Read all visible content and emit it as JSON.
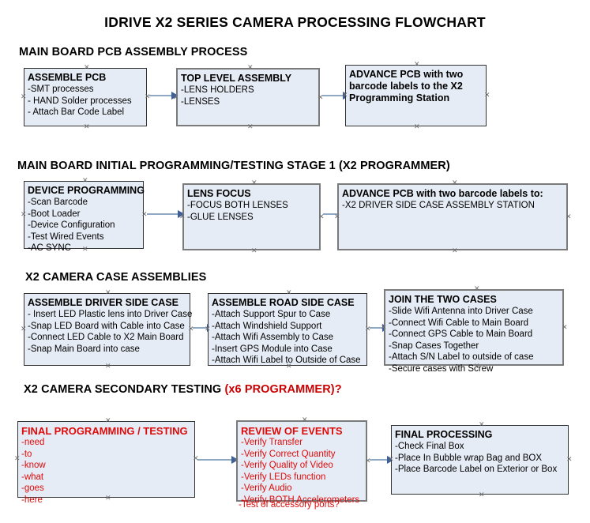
{
  "document": {
    "title": "IDRIVE X2  SERIES CAMERA PROCESSING FLOWCHART",
    "accent_red": "#dd0b0b",
    "box_fill": "#e6ecf5",
    "arrow_color": "#8fa8c4"
  },
  "sections": [
    {
      "id": "main-board-pcb-assembly",
      "heading": "MAIN BOARD PCB ASSEMBLY PROCESS",
      "heading_accent": "",
      "boxes": [
        {
          "id": "assemble-pcb",
          "title": "ASSEMBLE PCB",
          "lines": [
            "-SMT processes",
            "- HAND Solder processes",
            "- Attach Bar Code Label"
          ]
        },
        {
          "id": "top-level-assembly",
          "title": "TOP LEVEL ASSEMBLY",
          "lines": [
            "-LENS HOLDERS",
            "-LENSES"
          ]
        },
        {
          "id": "advance-pcb-programming-station",
          "title": "ADVANCE PCB with two barcode labels to the  X2 Programming Station",
          "lines": []
        }
      ]
    },
    {
      "id": "main-board-initial-programming",
      "heading": "MAIN BOARD INITIAL PROGRAMMING/TESTING STAGE 1 (X2 PROGRAMMER)",
      "heading_accent": "",
      "boxes": [
        {
          "id": "device-programming",
          "title": "DEVICE PROGRAMMING",
          "lines": [
            "-Scan Barcode",
            "-Boot Loader",
            "-Device Configuration",
            "-Test Wired Events",
            "-AC SYNC"
          ]
        },
        {
          "id": "lens-focus",
          "title": "LENS FOCUS",
          "lines": [
            "-FOCUS BOTH LENSES",
            "-GLUE LENSES"
          ]
        },
        {
          "id": "advance-pcb-driver-side-case",
          "title": "ADVANCE PCB with two barcode labels to:",
          "lines": [
            "-X2 DRIVER  SIDE  CASE  ASSEMBLY STATION"
          ]
        }
      ]
    },
    {
      "id": "x2-camera-case-assemblies",
      "heading": "X2 CAMERA CASE ASSEMBLIES",
      "heading_accent": "",
      "boxes": [
        {
          "id": "assemble-driver-side-case",
          "title": "ASSEMBLE DRIVER SIDE CASE",
          "lines": [
            "- Insert LED Plastic lens into Driver Case",
            "-Snap LED Board with Cable into Case",
            "-Connect LED Cable to X2 Main Board",
            "-Snap Main Board into case"
          ]
        },
        {
          "id": "assemble-road-side-case",
          "title": "ASSEMBLE ROAD SIDE CASE",
          "lines": [
            "-Attach Support Spur to Case",
            "-Attach Windshield Support",
            "-Attach Wifi Assembly to Case",
            "-Insert GPS Module into Case",
            "-Attach Wifi Label to Outside of Case"
          ]
        },
        {
          "id": "join-the-two-cases",
          "title": "JOIN THE TWO CASES",
          "lines": [
            "-Slide Wifi Antenna into Driver Case",
            "-Connect Wifi Cable to Main Board",
            "-Connect GPS Cable to Main Board",
            "-Snap Cases Together",
            "-Attach S/N Label to outside of case",
            "-Secure cases with Screw"
          ]
        }
      ]
    },
    {
      "id": "x2-camera-secondary-testing",
      "heading": "X2 CAMERA SECONDARY TESTING ",
      "heading_accent": "(x6 PROGRAMMER)?",
      "boxes": [
        {
          "id": "final-programming-testing",
          "title": "FINAL PROGRAMMING / TESTING",
          "lines": [
            "-need",
            "-to",
            "-know",
            "-what",
            "-goes",
            "-here"
          ]
        },
        {
          "id": "review-of-events",
          "title": "REVIEW OF EVENTS",
          "lines": [
            "-Verify Transfer",
            "-Verify Correct Quantity",
            "-Verify Quality of Video",
            "-Verify LEDs function",
            "-Verify Audio",
            "-Verify BOTH Accelerometers"
          ],
          "overflow_line": "-Test of accessory ports?"
        },
        {
          "id": "final-processing",
          "title": "FINAL PROCESSING",
          "lines": [
            " -Check Final Box",
            "-Place In Bubble wrap Bag and BOX",
            "-Place Barcode Label on Exterior or Box"
          ]
        }
      ]
    }
  ],
  "handle_glyph": "✕"
}
